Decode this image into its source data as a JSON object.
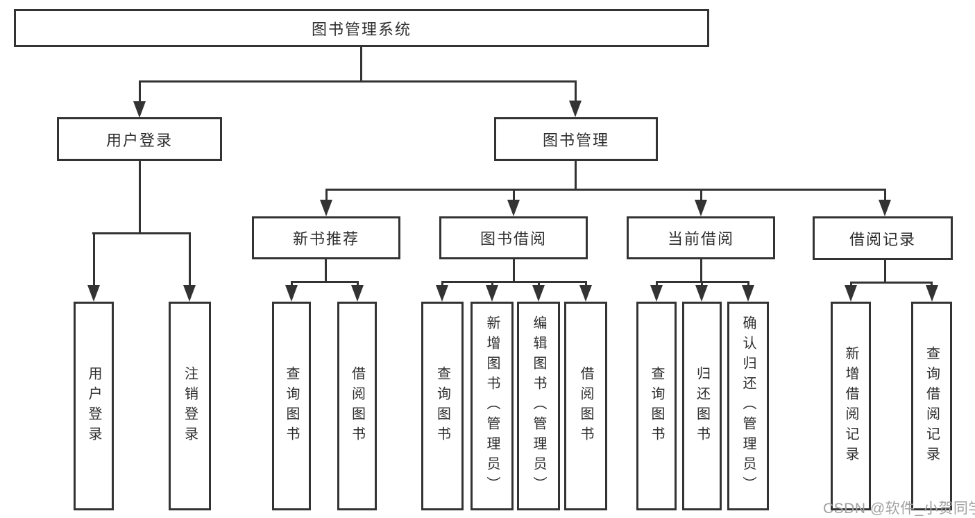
{
  "diagram": {
    "type": "hierarchy-chart",
    "tree": {
      "label": "图书管理系统",
      "children": [
        {
          "label": "用户登录",
          "children": [
            {
              "label": "用户登录"
            },
            {
              "label": "注销登录"
            }
          ]
        },
        {
          "label": "图书管理",
          "children": [
            {
              "label": "新书推荐",
              "children": [
                {
                  "label": "查询图书"
                },
                {
                  "label": "借阅图书"
                }
              ]
            },
            {
              "label": "图书借阅",
              "children": [
                {
                  "label": "查询图书"
                },
                {
                  "label": "新增图书（管理员）"
                },
                {
                  "label": "编辑图书（管理员）"
                },
                {
                  "label": "借阅图书"
                }
              ]
            },
            {
              "label": "当前借阅",
              "children": [
                {
                  "label": "查询图书"
                },
                {
                  "label": "归还图书"
                },
                {
                  "label": "确认归还（管理员）"
                }
              ]
            },
            {
              "label": "借阅记录",
              "children": [
                {
                  "label": "新增借阅记录"
                },
                {
                  "label": "查询借阅记录"
                }
              ]
            }
          ]
        }
      ]
    },
    "colors": {
      "line": "#333333",
      "text": "#2d2d2d",
      "background": "#ffffff",
      "watermark_text": "#a0a0a0"
    }
  },
  "watermark": {
    "text": "CSDN @软件_小贺同学"
  }
}
